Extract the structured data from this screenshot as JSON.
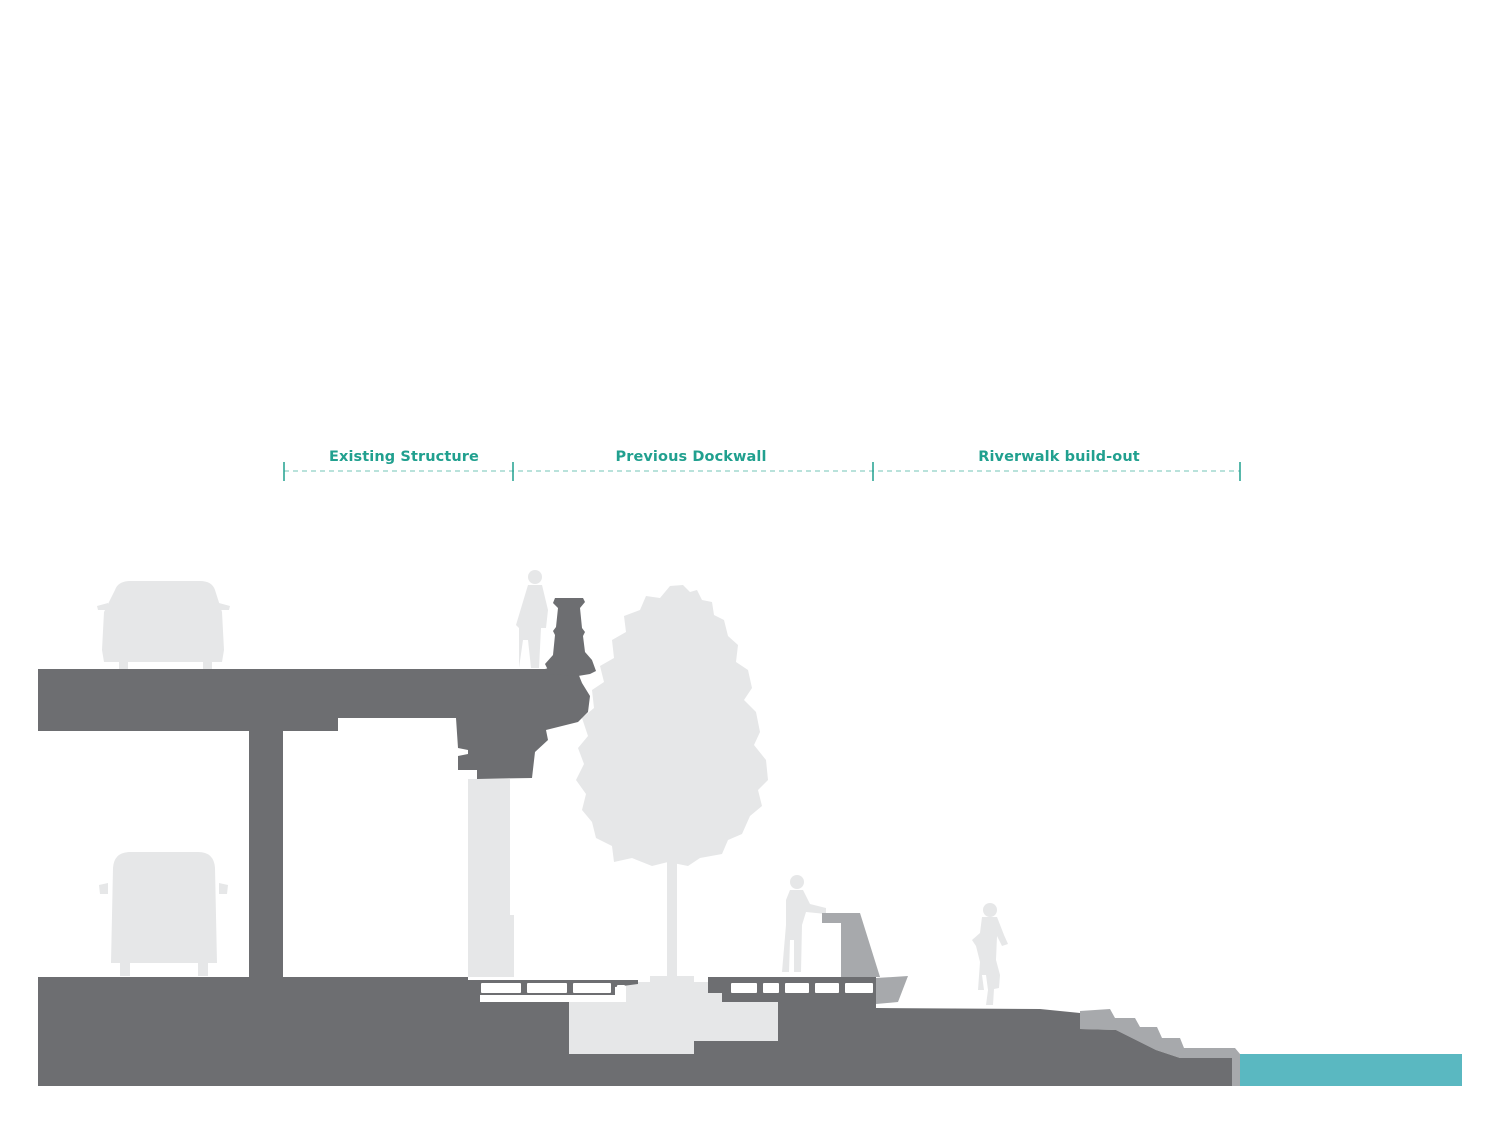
{
  "colors": {
    "dark_structure": "#6d6e71",
    "light_ghost": "#e6e7e8",
    "medium_gray": "#a7a9ac",
    "accent_teal": "#21a08f",
    "water": "#5ab8c1",
    "background": "#ffffff"
  },
  "zones": [
    {
      "label": "Existing Structure"
    },
    {
      "label": "Previous Dockwall"
    },
    {
      "label": "Riverwalk build-out"
    }
  ]
}
